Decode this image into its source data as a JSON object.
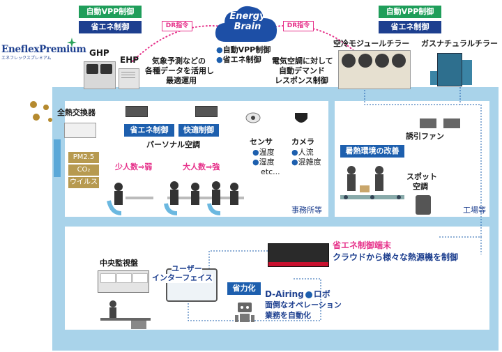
{
  "top_left_controls": {
    "auto_vpp": "自動VPP制御",
    "energy_saving": "省エネ制御"
  },
  "top_right_controls": {
    "auto_vpp": "自動VPP制御",
    "energy_saving": "省エネ制御"
  },
  "brand": {
    "name": "EneflexPremium",
    "sub": "エネフレックスプレミアム"
  },
  "cloud": {
    "line1": "Energy",
    "line2": "Brain",
    "dr_left": "DR指令",
    "dr_right": "DR指令"
  },
  "cloud_features": {
    "f1": "自動VPP制御",
    "f2": "省エネ制御"
  },
  "left_note": {
    "line1": "気象予測などの",
    "line2": "各種データを活用し",
    "line3": "最適運用"
  },
  "right_note": {
    "line1": "電気空調に対して",
    "line2": "自動デマンド",
    "line3": "レスポンス制御"
  },
  "equipment": {
    "ghp": "GHP",
    "ehp": "EHP",
    "modular_chiller": "空冷モジュールチラー",
    "gas_chiller": "ガスナチュラルチラー"
  },
  "heat_exchanger": {
    "title": "全熱交換器",
    "tags": [
      "PM2.5",
      "CO₂",
      "ウイルス"
    ]
  },
  "office": {
    "btn_energy": "省エネ制御",
    "btn_comfort": "快適制御",
    "personal_ac": "パーソナル空調",
    "few_people_text": "少人数",
    "few_people_level": "弱",
    "many_people_text": "大人数",
    "many_people_level": "強",
    "label": "事務所等"
  },
  "sensor": {
    "title": "センサ",
    "items": [
      "温度",
      "湿度",
      "etc..."
    ]
  },
  "camera": {
    "title": "カメラ",
    "items": [
      "人流",
      "混雑度"
    ]
  },
  "factory": {
    "fan": "誘引ファン",
    "heat_btn": "暑熱環境の改善",
    "spot_line1": "スポット",
    "spot_line2": "空調",
    "label": "工場等"
  },
  "bottom": {
    "central_monitor": "中央監視盤",
    "ui_line1": "ユーザー",
    "ui_line2": "インターフェイス",
    "terminal_title": "省エネ制御端末",
    "terminal_desc": "クラウドから様々な熱源機を制御",
    "labor_saving": "省力化",
    "robot_name": "D-Airing",
    "robot_suffix": "ロボ",
    "robot_line1": "面倒なオペレーション",
    "robot_line2": "業務を自動化"
  },
  "colors": {
    "frame": "#a9d3ea",
    "green": "#1f9e5a",
    "navy": "#1d3f8f",
    "pink": "#e6318a",
    "khaki": "#b79a50"
  }
}
